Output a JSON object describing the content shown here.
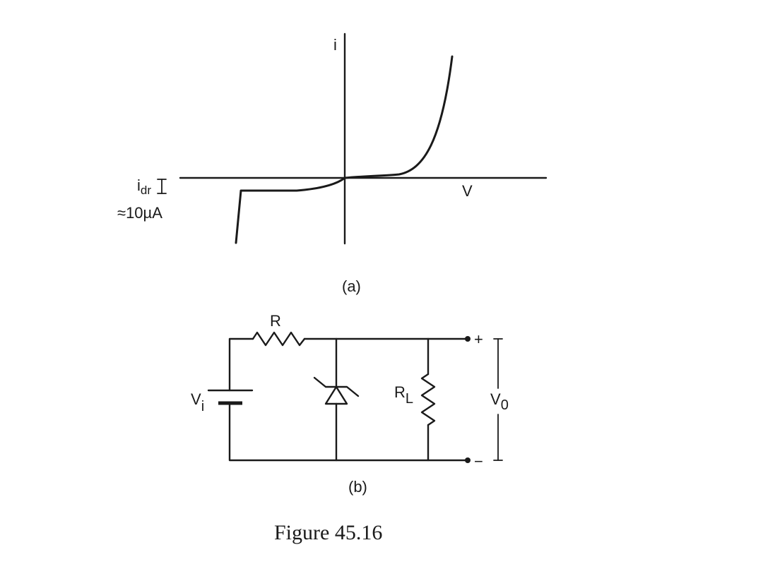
{
  "part_a": {
    "axis_i_label": "i",
    "axis_v_label": "V",
    "idr_base": "i",
    "idr_sub": "dr",
    "idr_value": "≈10µA",
    "caption": "(a)"
  },
  "part_b": {
    "r_label": "R",
    "vi_base": "V",
    "vi_sub": "i",
    "rl_base": "R",
    "rl_sub": "L",
    "vo_base": "V",
    "vo_sub": "0",
    "plus": "+",
    "minus": "−",
    "caption": "(b)"
  },
  "figure_caption": "Figure 45.16"
}
